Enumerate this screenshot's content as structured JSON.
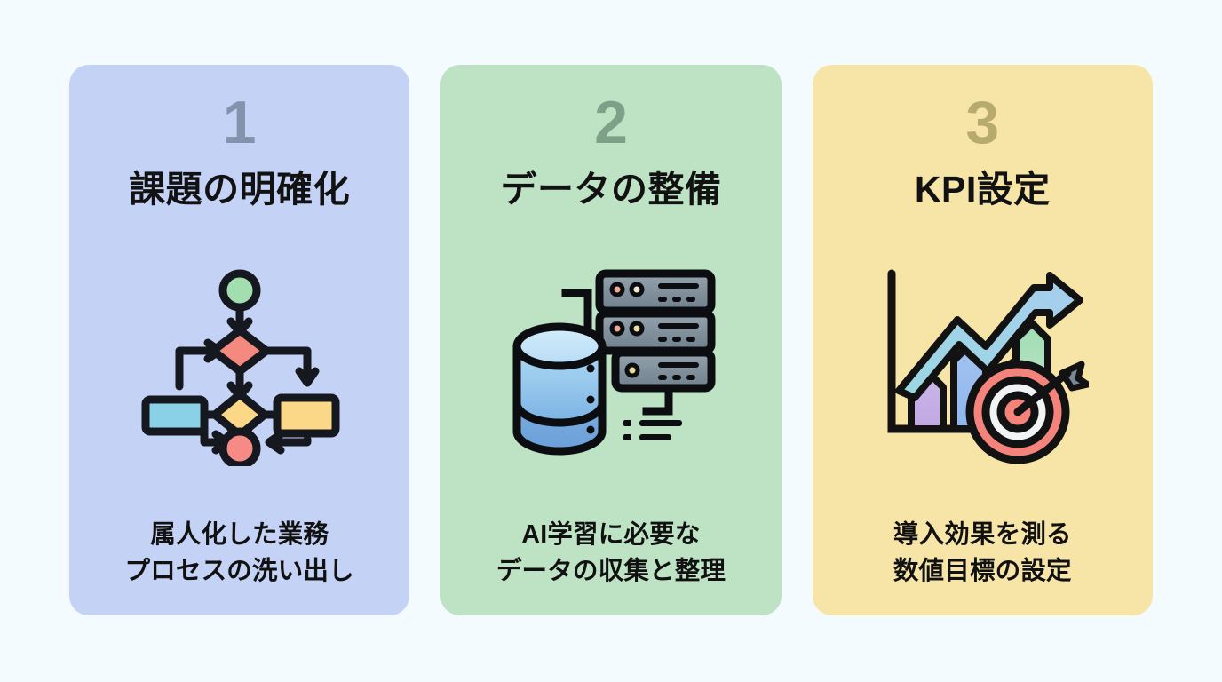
{
  "background_color": "#f3fbfe",
  "cards": [
    {
      "number": "1",
      "number_color": "#8293ab",
      "background_color": "#c4d2f6",
      "title": "課題の明確化",
      "description": "属人化した業務\nプロセスの洗い出し",
      "icon_name": "flowchart-icon"
    },
    {
      "number": "2",
      "number_color": "#7fa088",
      "background_color": "#bde3c4",
      "title": "データの整備",
      "description": "AI学習に必要な\nデータの収集と整理",
      "icon_name": "database-server-icon"
    },
    {
      "number": "3",
      "number_color": "#b7aa6d",
      "background_color": "#f7e5a8",
      "title": "KPI設定",
      "description": "導入効果を測る\n数値目標の設定",
      "icon_name": "growth-chart-target-icon"
    }
  ]
}
